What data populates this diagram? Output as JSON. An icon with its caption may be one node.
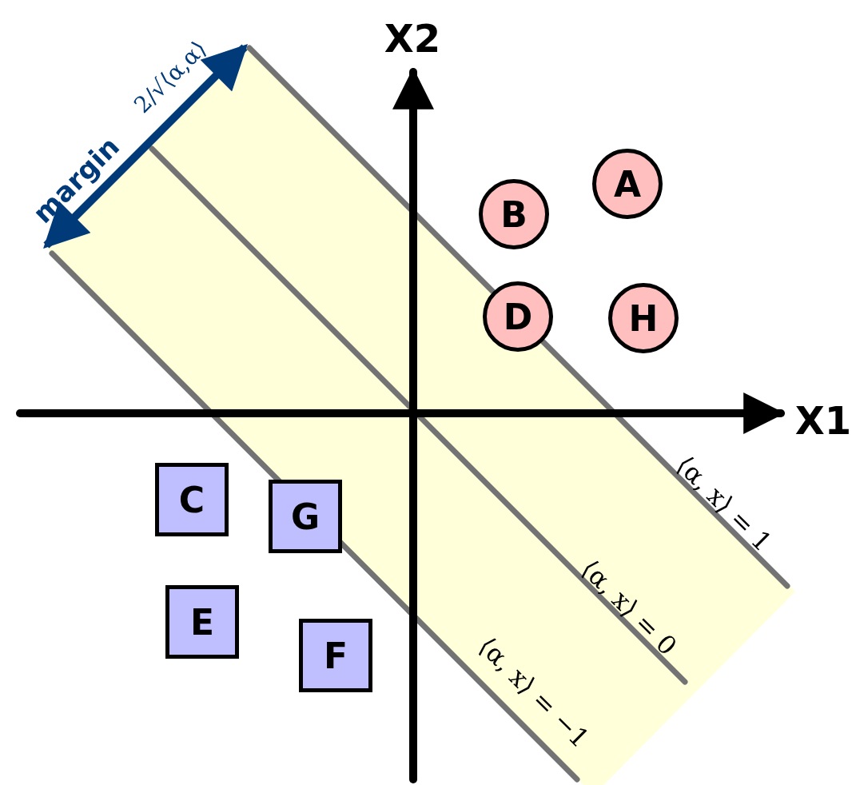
{
  "diagram": {
    "nodes": [
      {
        "text": [
          "A"
        ]
      },
      {
        "text": [
          "B"
        ]
      },
      {
        "text": [
          "D"
        ]
      },
      {
        "text": [
          "H"
        ]
      },
      {
        "text": [
          "C"
        ]
      },
      {
        "text": [
          "G"
        ]
      },
      {
        "text": [
          "E"
        ]
      },
      {
        "text": [
          "F"
        ]
      }
    ],
    "edges": [],
    "labels": [
      "X2",
      "margin",
      "2/√⟨α,α⟩",
      "X1",
      "⟨α, x⟩ = 1",
      "⟨α, x⟩ = 0",
      "⟨α, x⟩ = −1"
    ]
  }
}
